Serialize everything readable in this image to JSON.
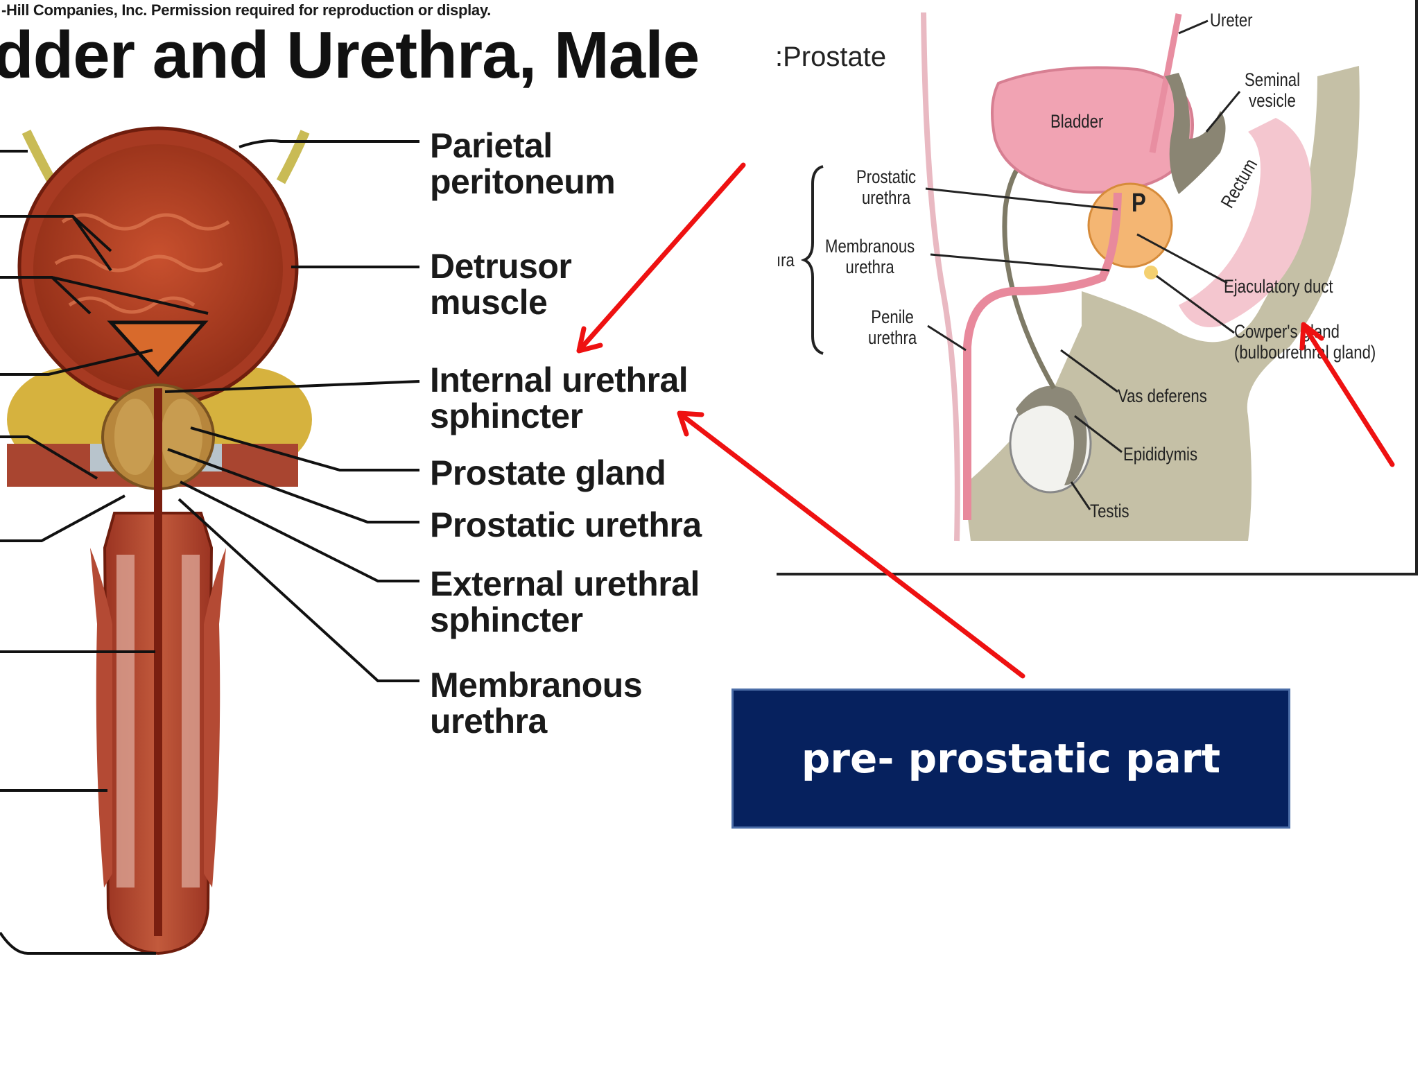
{
  "copyright": "-Hill Companies, Inc. Permission required for reproduction or display.",
  "title": "dder and Urethra, Male",
  "coronal_labels": {
    "parietal_peritoneum": [
      "Parietal",
      "peritoneum"
    ],
    "detrusor_muscle": [
      "Detrusor",
      "muscle"
    ],
    "internal_urethral_sphincter": [
      "Internal urethral",
      "sphincter"
    ],
    "prostate_gland": "Prostate gland",
    "prostatic_urethra": "Prostatic urethra",
    "external_urethral_sphincter": [
      "External urethral",
      "sphincter"
    ],
    "membranous_urethra": [
      "Membranous",
      "urethra"
    ]
  },
  "sagittal": {
    "title": ":Prostate",
    "ureter": "Ureter",
    "seminal_vesicle": [
      "Seminal",
      "vesicle"
    ],
    "bladder": "Bladder",
    "prostatic_urethra": [
      "Prostatic",
      "urethra"
    ],
    "p_marker": "P",
    "rectum": "Rectum",
    "membranous_urethra": [
      "Membranous",
      "urethra"
    ],
    "urethra_partial": "ıra",
    "ejaculatory_duct": "Ejaculatory duct",
    "penile_urethra": [
      "Penile",
      "urethra"
    ],
    "cowpers_gland": [
      "Cowper's gland",
      "(bulbourethral gland)"
    ],
    "vas_deferens": "Vas deferens",
    "epididymis": "Epididymis",
    "testis": "Testis"
  },
  "callout": "pre- prostatic part",
  "colors": {
    "arrow": "#ee1111",
    "callout_bg": "#06215e",
    "callout_border": "#4c6ea8",
    "bladder_muscle": "#a0341c",
    "sag_bladder": "#f1a3b3",
    "sag_tissue": "#c5c0a6",
    "prostate": "#f4b673"
  }
}
